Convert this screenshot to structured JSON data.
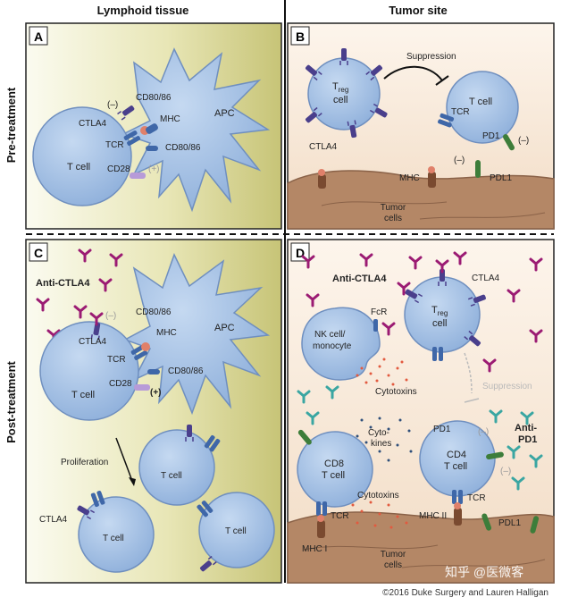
{
  "columns": {
    "left": "Lymphoid tissue",
    "right": "Tumor site"
  },
  "rows": {
    "top": "Pre-treatment",
    "bottom": "Post-treatment"
  },
  "panels": {
    "A": {
      "letter": "A",
      "apc": "APC",
      "t_cell": "T cell",
      "ctla4": "CTLA4",
      "tcr": "TCR",
      "cd28": "CD28",
      "cd80_86_top": "CD80/86",
      "cd80_86_bottom": "CD80/86",
      "mhc": "MHC",
      "minus": "(–)",
      "plus": "(+)"
    },
    "B": {
      "letter": "B",
      "treg": "T",
      "treg_sub": "reg",
      "treg_cell": "cell",
      "suppression": "Suppression",
      "t_cell": "T cell",
      "tcr": "TCR",
      "pd1": "PD1",
      "pdl1": "PDL1",
      "mhc": "MHC",
      "ctla4": "CTLA4",
      "tumor1": "Tumor",
      "tumor2": "cells",
      "minus1": "(–)",
      "minus2": "(–)"
    },
    "C": {
      "letter": "C",
      "anti_ctla4": "Anti-CTLA4",
      "apc": "APC",
      "cd80_86_top": "CD80/86",
      "cd80_86_bottom": "CD80/86",
      "mhc": "MHC",
      "ctla4": "CTLA4",
      "tcr": "TCR",
      "cd28": "CD28",
      "plus": "(+)",
      "minus": "(–)",
      "t_cell": "T cell",
      "proliferation": "Proliferation",
      "ctla4_small": "CTLA4",
      "t_cell_2": "T cell",
      "t_cell_3": "T cell",
      "t_cell_4": "T cell"
    },
    "D": {
      "letter": "D",
      "anti_ctla4": "Anti-CTLA4",
      "ctla4": "CTLA4",
      "treg": "T",
      "treg_sub": "reg",
      "treg_cell": "cell",
      "nk1": "NK cell/",
      "nk2": "monocyte",
      "fcr": "FcR",
      "cytotoxins_1": "Cytotoxins",
      "suppression": "Suppression",
      "cyto": "Cyto-",
      "kines": "kines",
      "pd1": "PD1",
      "anti_pd1_1": "Anti-",
      "anti_pd1_2": "PD1",
      "cd4_1": "CD4",
      "cd4_2": "T cell",
      "cd8_1": "CD8",
      "cd8_2": "T cell",
      "cytotoxins_2": "Cytotoxins",
      "tcr_left": "TCR",
      "tcr_right": "TCR",
      "mhc1": "MHC I",
      "mhc2": "MHC II",
      "pdl1": "PDL1",
      "tumor1": "Tumor",
      "tumor2": "cells",
      "minus1": "(–)",
      "minus2": "(–)"
    }
  },
  "watermark": "知乎 @医微客",
  "credit": "©2016 Duke Surgery and Lauren Halligan"
}
